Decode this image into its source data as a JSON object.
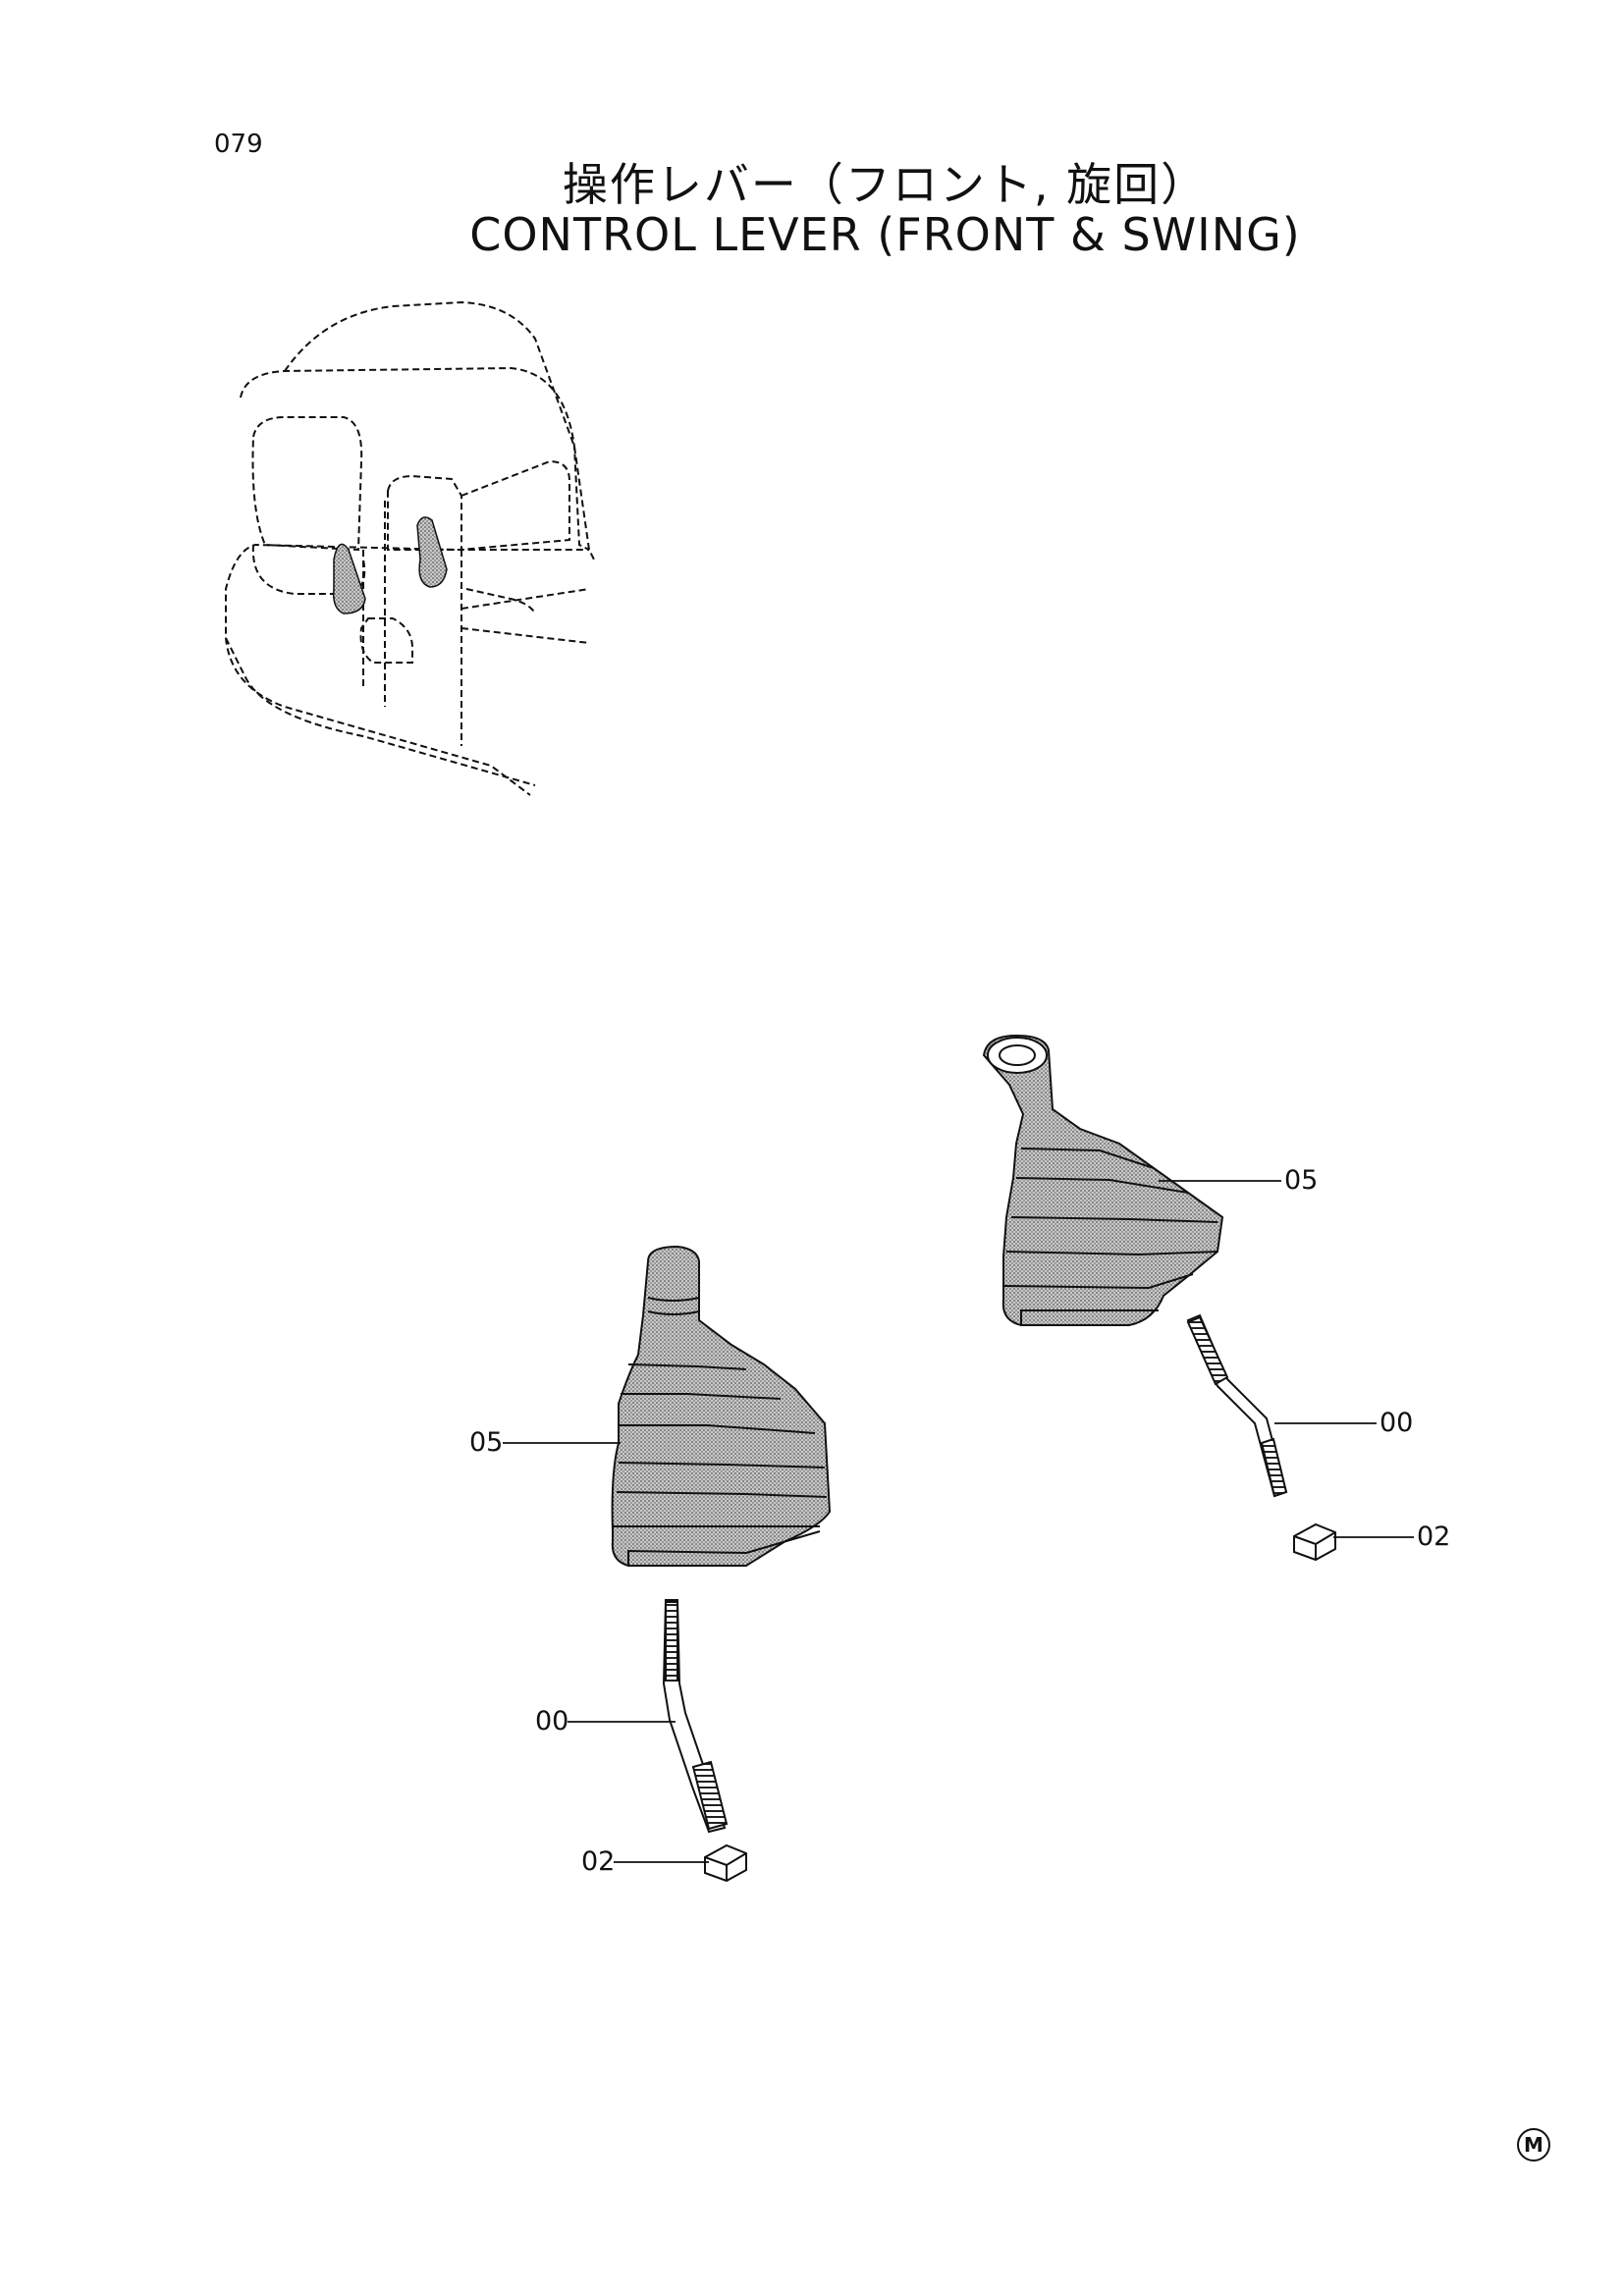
{
  "header": {
    "page_number": "079",
    "title_jp": "操作レバー（フロント, 旋回）",
    "title_en": "CONTROL LEVER (FRONT & SWING)"
  },
  "callouts": {
    "left": {
      "boot": "05",
      "lever": "00",
      "nut": "02"
    },
    "right": {
      "boot": "05",
      "lever": "00",
      "nut": "02"
    }
  },
  "footer": {
    "marker": "M"
  }
}
